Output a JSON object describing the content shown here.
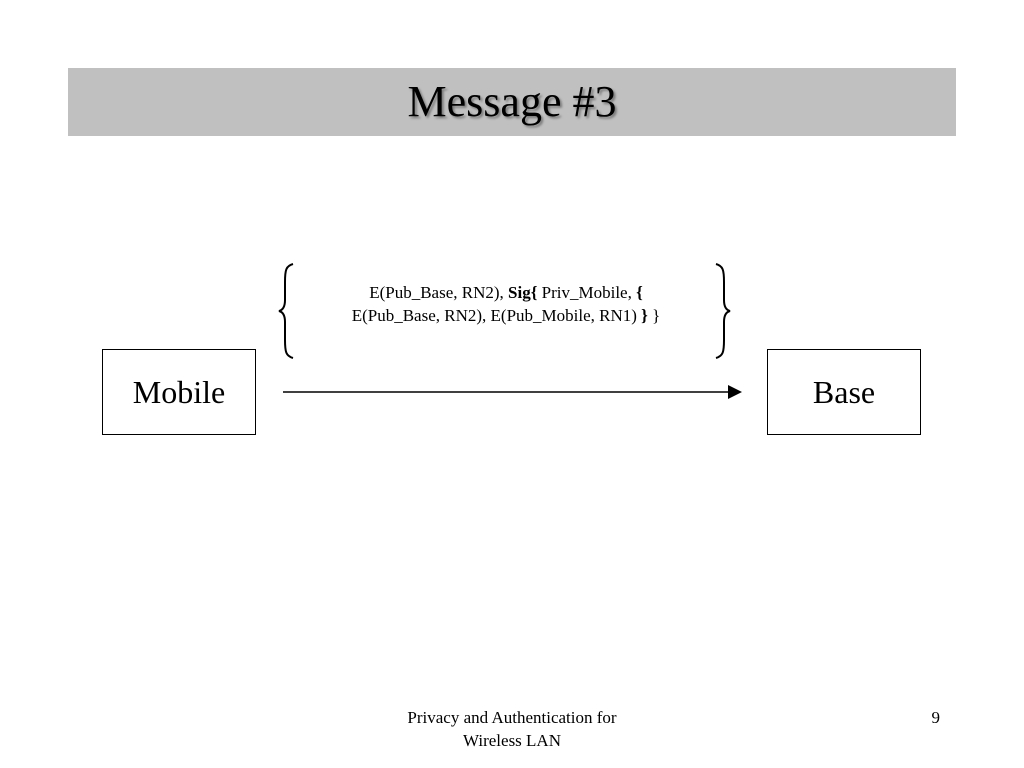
{
  "slide": {
    "title": "Message #3",
    "page_number": "9"
  },
  "diagram": {
    "sender": "Mobile",
    "receiver": "Base",
    "message": {
      "line1_part1": "E(Pub_Base, RN2), ",
      "line1_sig": "Sig{",
      "line1_part2": " Priv_Mobile, ",
      "line1_open": "{",
      "line2_part1": "E(Pub_Base, RN2), E(Pub_Mobile, RN1) ",
      "line2_close": "}",
      "line2_part2": " }"
    }
  },
  "footer": {
    "line1": "Privacy and Authentication for",
    "line2": "Wireless LAN"
  }
}
